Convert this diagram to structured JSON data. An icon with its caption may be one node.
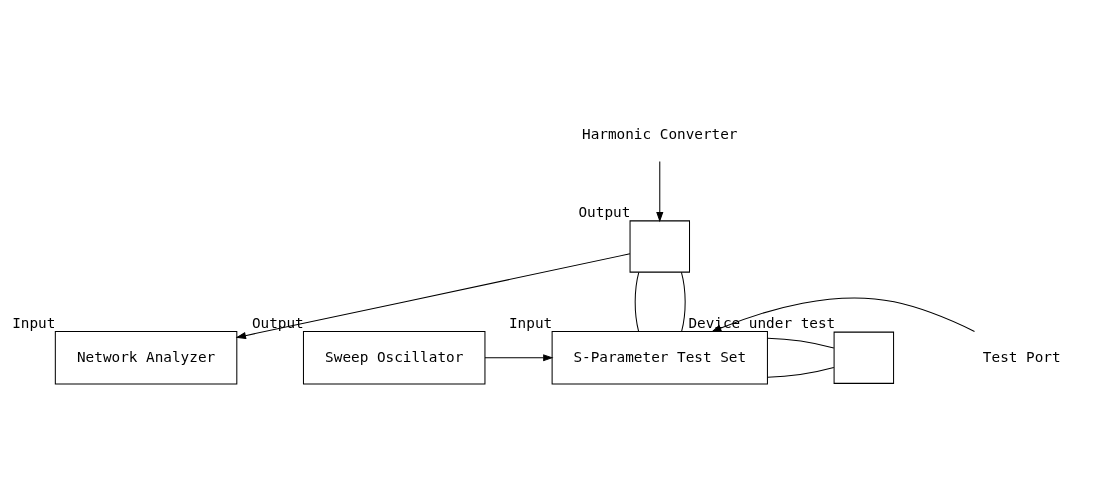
{
  "diagram": {
    "nodes": [
      {
        "text": [
          "Harmonic Converter"
        ]
      },
      {
        "text": [
          "Network Analyzer"
        ],
        "beside": [
          "Input"
        ]
      },
      {
        "text": [],
        "shape": "box",
        "beside": [
          "Output"
        ]
      },
      {
        "text": [
          "S-Parameter Test Set"
        ],
        "beside": [
          "Input"
        ]
      },
      {
        "text": [
          "Sweep Oscillator"
        ],
        "beside": [
          "Output"
        ]
      },
      {
        "text": [],
        "shape": "box",
        "beside": [
          "Device under test"
        ]
      },
      {
        "text": [
          "Test Port"
        ]
      }
    ],
    "edges": [
      {
        "from": 0,
        "to": 2,
        "arrow": "to"
      },
      {
        "from": 2,
        "to": 1,
        "arrow": "to"
      },
      {
        "from": 4,
        "to": 3,
        "arrow": "to"
      },
      {
        "from": 2,
        "to": 3,
        "arrow": "none"
      },
      {
        "from": 2,
        "to": 3,
        "arrow": "none"
      },
      {
        "from": 5,
        "to": 3,
        "arrow": "none"
      },
      {
        "from": 5,
        "to": 3,
        "arrow": "none"
      },
      {
        "from": 6,
        "to": 3,
        "arrow": "to"
      }
    ]
  }
}
